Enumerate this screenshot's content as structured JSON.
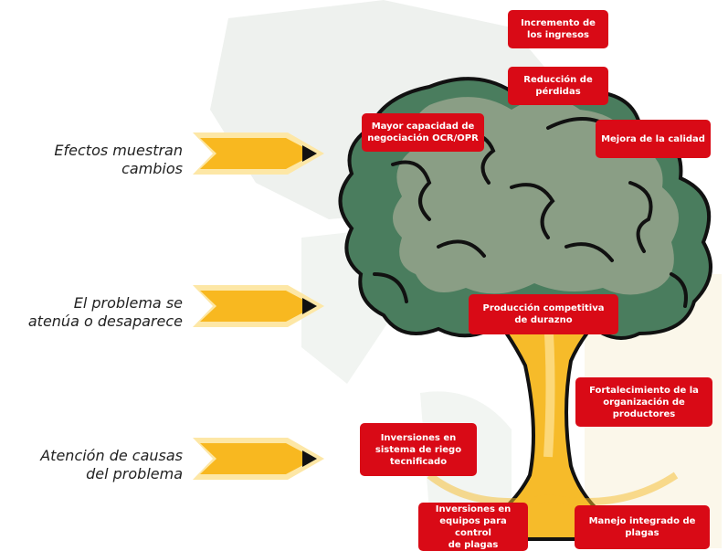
{
  "colors": {
    "box_red": "#d90a16",
    "arrow_yellow": "#f8b820",
    "arrow_outline": "#fde7a6",
    "foliage_dark": "#4a7d5e",
    "foliage_light": "#8a9e85",
    "trunk": "#f6bb2a",
    "outline": "#111111"
  },
  "labels": {
    "effects": "Efectos muestran\ncambios",
    "problem": "El problema se\natenúa o desaparece",
    "causes": "Atención de causas\ndel problema"
  },
  "boxes": {
    "increase_income": "Incremento de\nlos ingresos",
    "reduce_losses": "Reducción de\npérdidas",
    "negotiation": "Mayor capacidad de\nnegociación OCR/OPR",
    "quality": "Mejora de la calidad",
    "competitive": "Producción competitiva\nde durazno",
    "strengthening": "Fortalecimiento de la\norganización de\nproductores",
    "irrigation": "Inversiones en\nsistema de riego\ntecnificado",
    "pest_equipment": "Inversiones en\nequipos para control\nde plagas",
    "integrated_pest": "Manejo integrado de\nplagas"
  }
}
